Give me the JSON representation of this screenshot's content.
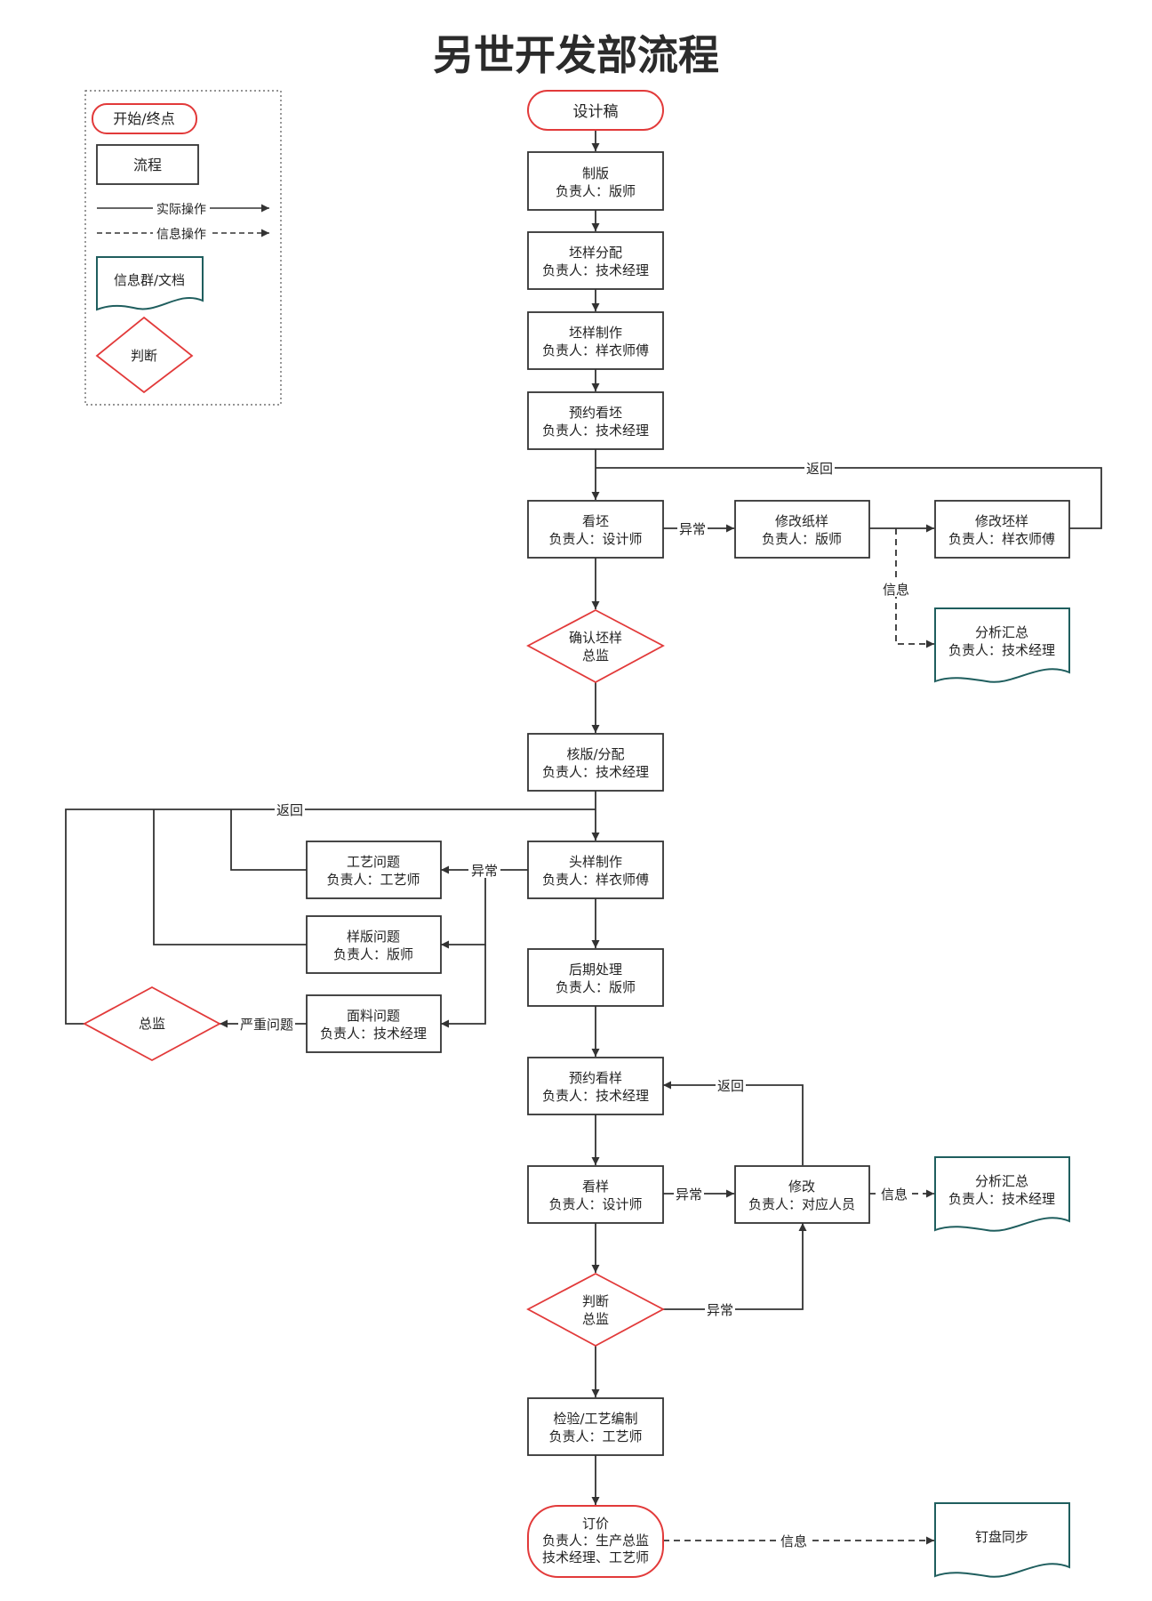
{
  "title": "另世开发部流程",
  "colors": {
    "process_border": "#333333",
    "terminal_border": "#e23a3a",
    "decision_border": "#e23a3a",
    "document_border": "#1f5e5e",
    "line": "#333333",
    "text": "#222222"
  },
  "legend": {
    "terminal": "开始/终点",
    "process": "流程",
    "actual_op": "实际操作",
    "info_op": "信息操作",
    "document": "信息群/文档",
    "decision": "判断"
  },
  "nodes": {
    "design": {
      "l1": "设计稿"
    },
    "plate": {
      "l1": "制版",
      "l2": "负责人：版师"
    },
    "assign": {
      "l1": "坯样分配",
      "l2": "负责人：技术经理"
    },
    "make": {
      "l1": "坯样制作",
      "l2": "负责人：样衣师傅"
    },
    "book1": {
      "l1": "预约看坯",
      "l2": "负责人：技术经理"
    },
    "view1": {
      "l1": "看坯",
      "l2": "负责人：设计师"
    },
    "modpaper": {
      "l1": "修改纸样",
      "l2": "负责人：版师"
    },
    "modsample": {
      "l1": "修改坯样",
      "l2": "负责人：样衣师傅"
    },
    "doc1": {
      "l1": "分析汇总",
      "l2": "负责人：技术经理"
    },
    "confirm": {
      "l1": "确认坯样",
      "l2": "总监"
    },
    "check": {
      "l1": "核版/分配",
      "l2": "负责人：技术经理"
    },
    "head": {
      "l1": "头样制作",
      "l2": "负责人：样衣师傅"
    },
    "craft": {
      "l1": "工艺问题",
      "l2": "负责人：工艺师"
    },
    "pattern": {
      "l1": "样版问题",
      "l2": "负责人：版师"
    },
    "fabric": {
      "l1": "面料问题",
      "l2": "负责人：技术经理"
    },
    "director": {
      "l1": "总监"
    },
    "post": {
      "l1": "后期处理",
      "l2": "负责人：版师"
    },
    "book2": {
      "l1": "预约看样",
      "l2": "负责人：技术经理"
    },
    "view2": {
      "l1": "看样",
      "l2": "负责人：设计师"
    },
    "modify": {
      "l1": "修改",
      "l2": "负责人：对应人员"
    },
    "doc2": {
      "l1": "分析汇总",
      "l2": "负责人：技术经理"
    },
    "judge": {
      "l1": "判断",
      "l2": "总监"
    },
    "inspect": {
      "l1": "检验/工艺编制",
      "l2": "负责人：工艺师"
    },
    "order": {
      "l1": "订价",
      "l2": "负责人：生产总监",
      "l3": "技术经理、工艺师"
    },
    "sync": {
      "l1": "钉盘同步"
    }
  },
  "edge_labels": {
    "return1": "返回",
    "abnormal1": "异常",
    "info1": "信息",
    "return2": "返回",
    "abnormal2": "异常",
    "serious": "严重问题",
    "return3": "返回",
    "abnormal3": "异常",
    "info2": "信息",
    "abnormal4": "异常",
    "info3": "信息"
  }
}
